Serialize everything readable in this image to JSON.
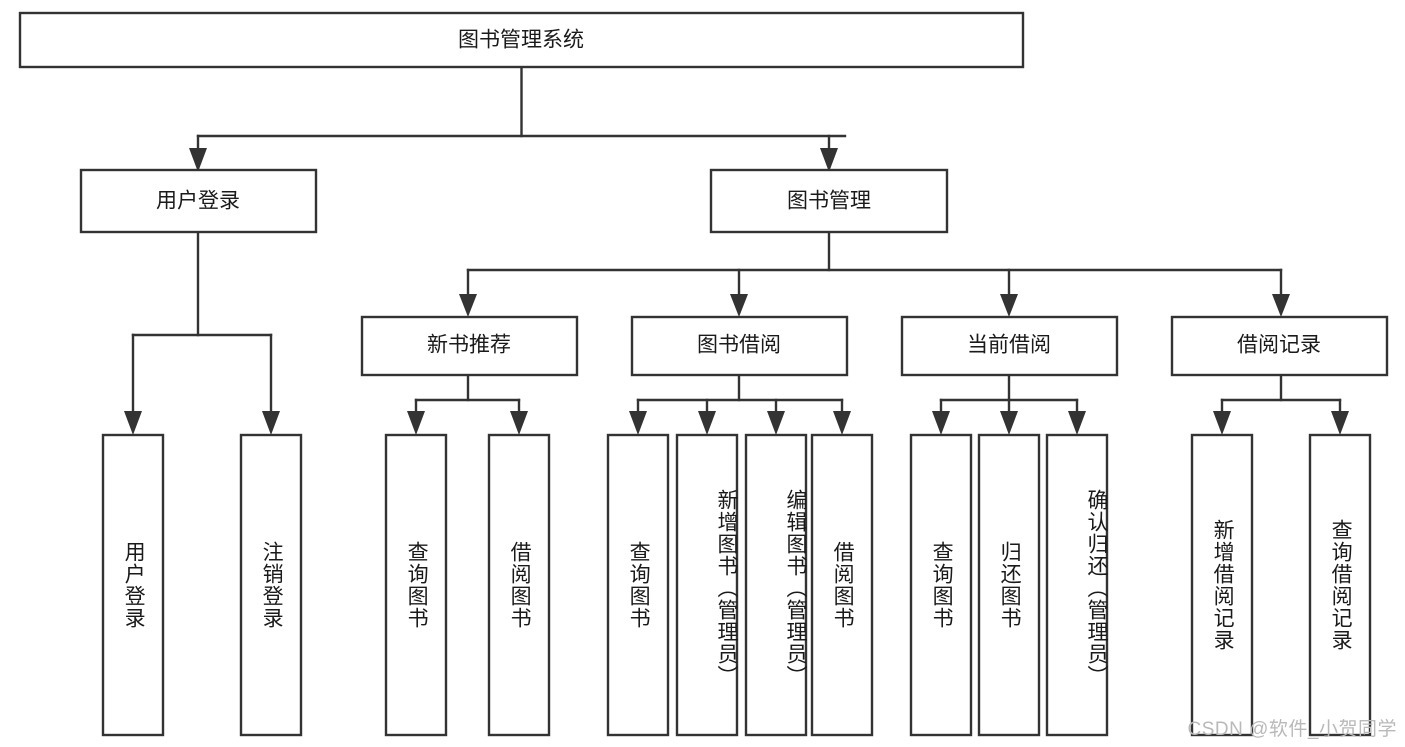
{
  "diagram": {
    "type": "tree-hierarchy",
    "title": "图书管理系统",
    "root": {
      "label": "图书管理系统",
      "children": [
        {
          "label": "用户登录",
          "children": [
            {
              "label": "用户登录"
            },
            {
              "label": "注销登录"
            }
          ]
        },
        {
          "label": "图书管理",
          "children": [
            {
              "label": "新书推荐",
              "children": [
                {
                  "label": "查询图书"
                },
                {
                  "label": "借阅图书"
                }
              ]
            },
            {
              "label": "图书借阅",
              "children": [
                {
                  "label": "查询图书"
                },
                {
                  "label": "新增图书（管理员）"
                },
                {
                  "label": "编辑图书（管理员）"
                },
                {
                  "label": "借阅图书"
                }
              ]
            },
            {
              "label": "当前借阅",
              "children": [
                {
                  "label": "查询图书"
                },
                {
                  "label": "归还图书"
                },
                {
                  "label": "确认归还（管理员）"
                }
              ]
            },
            {
              "label": "借阅记录",
              "children": [
                {
                  "label": "新增借阅记录"
                },
                {
                  "label": "查询借阅记录"
                }
              ]
            }
          ]
        }
      ]
    }
  },
  "nodes": {
    "root": "图书管理系统",
    "l1": {
      "user_login": "用户登录",
      "book_manage": "图书管理"
    },
    "l2": {
      "new_book_rec": "新书推荐",
      "book_borrow": "图书借阅",
      "current_borrow": "当前借阅",
      "borrow_record": "借阅记录"
    },
    "leaves": {
      "user_login_a": "用户登录",
      "user_logout": "注销登录",
      "rec_query_book": "查询图书",
      "rec_borrow_book": "借阅图书",
      "borrow_query_book": "查询图书",
      "borrow_add_book": "新增图书（管理员）",
      "borrow_edit_book": "编辑图书（管理员）",
      "borrow_borrow_book": "借阅图书",
      "cur_query_book": "查询图书",
      "cur_return_book": "归还图书",
      "cur_confirm_return": "确认归还（管理员）",
      "rec_add_record": "新增借阅记录",
      "rec_query_record": "查询借阅记录"
    }
  },
  "watermark": {
    "text": "CSDN @软件_小贺同学"
  },
  "colors": {
    "stroke": "#333333",
    "box_fill": "#ffffff",
    "text": "#1a1a1a",
    "background": "#ffffff",
    "watermark": "#b9b9b9"
  }
}
